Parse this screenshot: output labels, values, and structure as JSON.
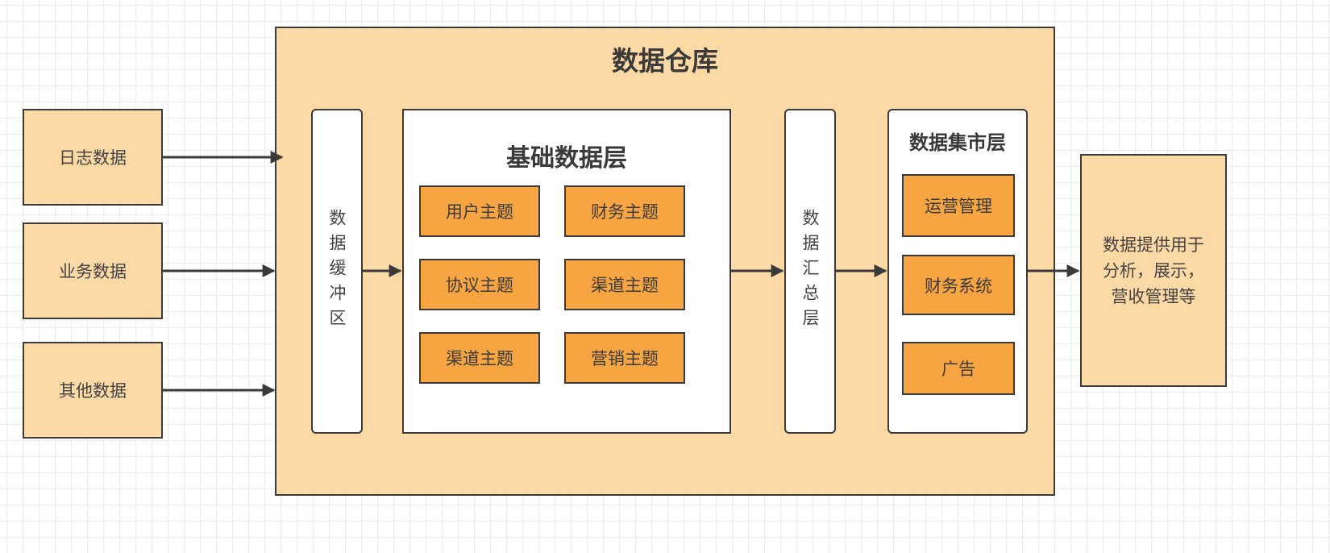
{
  "sources": [
    {
      "label": "日志数据"
    },
    {
      "label": "业务数据"
    },
    {
      "label": "其他数据"
    }
  ],
  "warehouse": {
    "title": "数据仓库",
    "buffer": "数据缓冲区",
    "base_layer": {
      "title": "基础数据层",
      "topics": [
        "用户主题",
        "财务主题",
        "协议主题",
        "渠道主题",
        "渠道主题",
        "营销主题"
      ]
    },
    "summary": "数据汇总层",
    "mart": {
      "title": "数据集市层",
      "items": [
        "运营管理",
        "财务系统",
        "广告"
      ]
    }
  },
  "output": {
    "lines": [
      "数据提供用于",
      "分析，展示，",
      "营收管理等"
    ]
  },
  "colors": {
    "light_orange": "#fdd9a5",
    "orange": "#f7a542",
    "border": "#3a3a3a"
  }
}
